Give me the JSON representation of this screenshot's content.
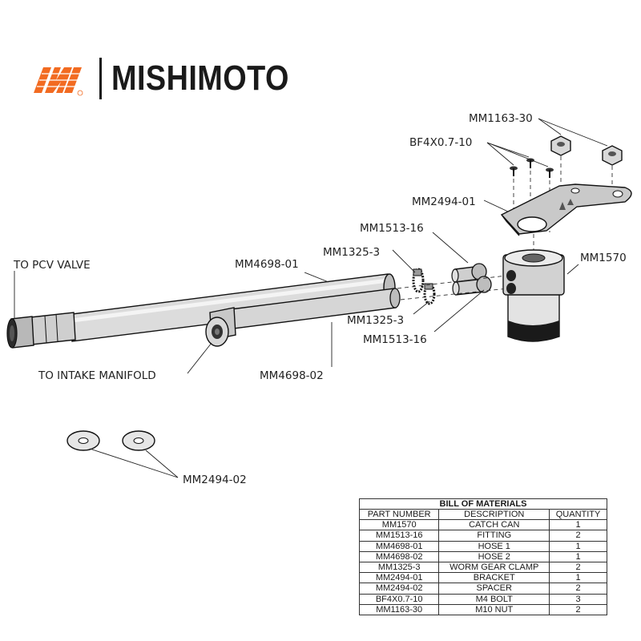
{
  "brand": {
    "name": "MISHIMOTO",
    "logo_icon": "mishimoto-m-logo",
    "accent_color": "#f26b21"
  },
  "callouts": {
    "mm1163_30": "MM1163-30",
    "bf4x07_10": "BF4X0.7-10",
    "mm2494_01": "MM2494-01",
    "mm1513_16_top": "MM1513-16",
    "mm1570": "MM1570",
    "mm1325_3_top": "MM1325-3",
    "mm4698_01": "MM4698-01",
    "to_pcv_valve": "TO PCV VALVE",
    "mm1325_3_bottom": "MM1325-3",
    "mm1513_16_bottom": "MM1513-16",
    "to_intake_manifold": "TO INTAKE MANIFOLD",
    "mm4698_02": "MM4698-02",
    "mm2494_02": "MM2494-02"
  },
  "bom": {
    "title": "BILL OF MATERIALS",
    "headers": [
      "PART NUMBER",
      "DESCRIPTION",
      "QUANTITY"
    ],
    "rows": [
      [
        "MM1570",
        "CATCH CAN",
        "1"
      ],
      [
        "MM1513-16",
        "FITTING",
        "2"
      ],
      [
        "MM4698-01",
        "HOSE 1",
        "1"
      ],
      [
        "MM4698-02",
        "HOSE 2",
        "1"
      ],
      [
        "MM1325-3",
        "WORM GEAR CLAMP",
        "2"
      ],
      [
        "MM2494-01",
        "BRACKET",
        "1"
      ],
      [
        "MM2494-02",
        "SPACER",
        "2"
      ],
      [
        "BF4X0.7-10",
        "M4 BOLT",
        "3"
      ],
      [
        "MM1163-30",
        "M10 NUT",
        "2"
      ]
    ]
  }
}
